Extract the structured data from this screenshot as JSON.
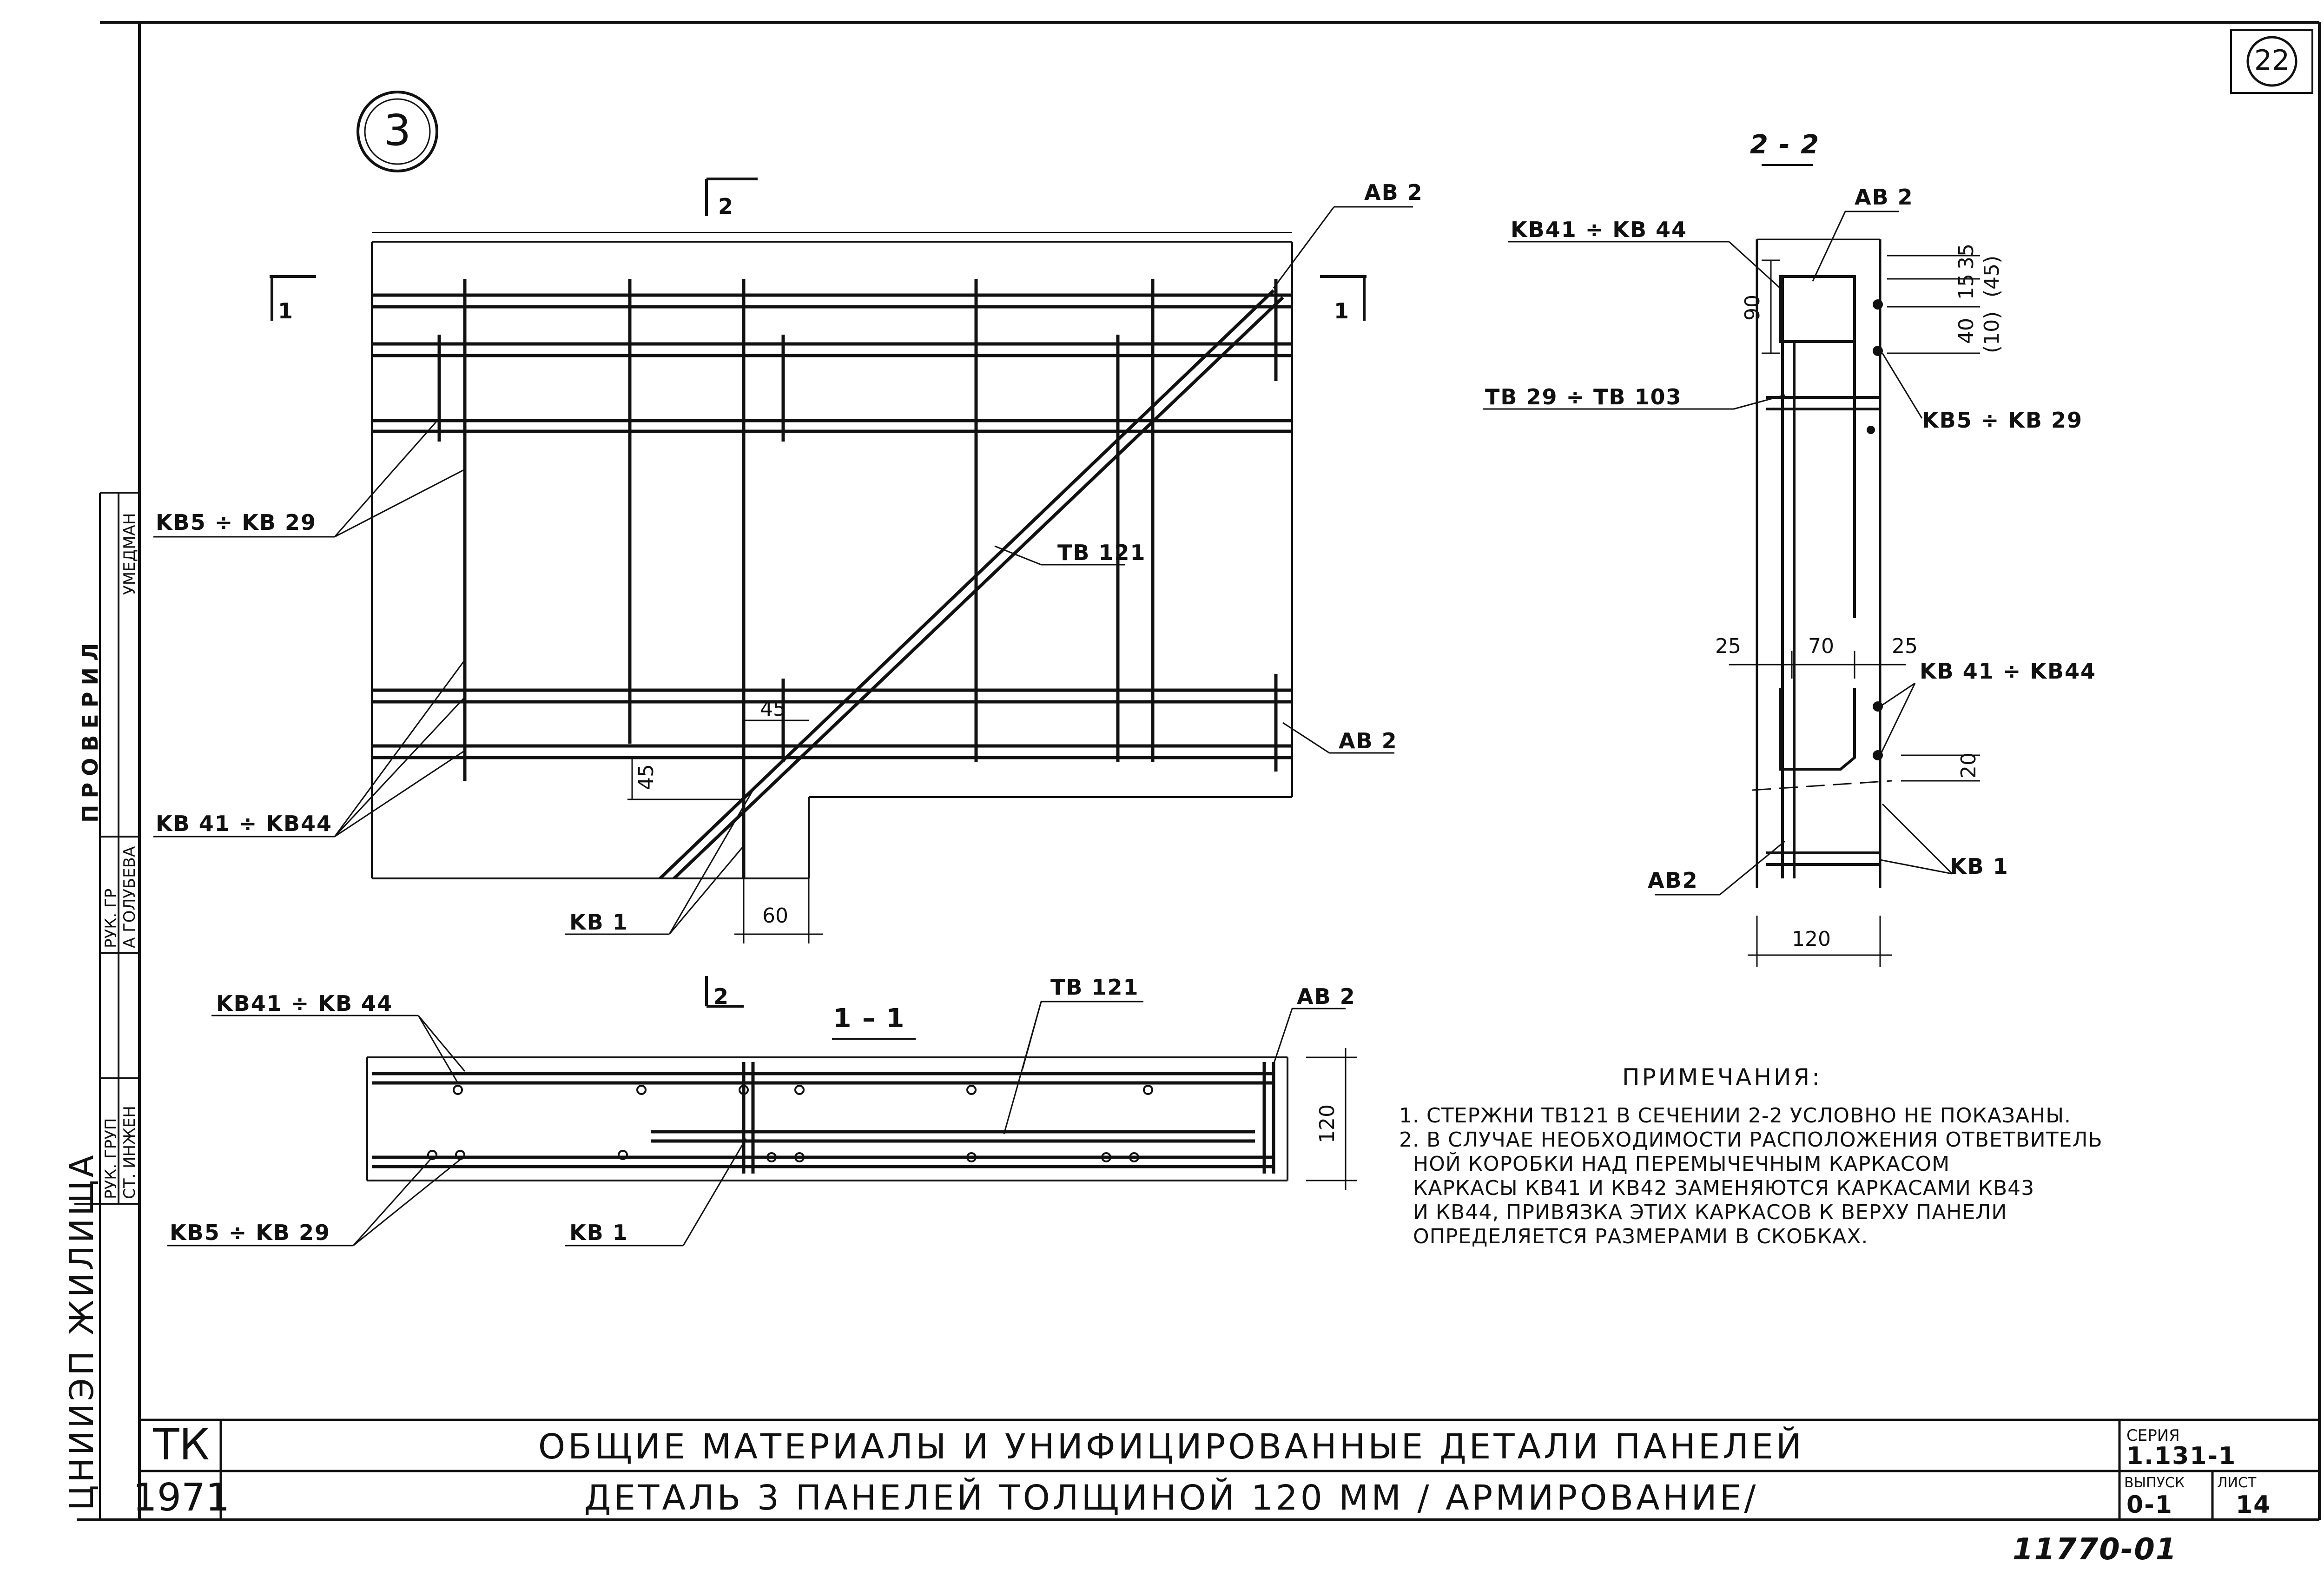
{
  "sheet_number": "22",
  "detail_number": "3",
  "section_labels": {
    "s2": "2",
    "s1": "1",
    "section_1_1": "1 – 1",
    "section_2_2": "2 - 2"
  },
  "plan_labels": {
    "ab2_top": "AB 2",
    "ab2_bottom": "AB 2",
    "kv5_kv29": "KB5 ÷ KB 29",
    "tb121": "TB 121",
    "kv41_kv44": "KB 41 ÷ KB44",
    "kv1": "KB 1",
    "dim_45_h": "45",
    "dim_45_v": "45",
    "dim_60": "60"
  },
  "section22": {
    "ab2_top": "AB 2",
    "kv41_kv44_top": "KB41 ÷ KB 44",
    "tb29_tb103": "TB 29 ÷ TB 103",
    "kv5_kv29": "KB5 ÷ KB 29",
    "dim_90": "90",
    "dim_15": "15",
    "dim_35": "35",
    "dim_40": "40",
    "dim_10": "(10)",
    "dim_45": "(45)",
    "dim_25_left": "25",
    "dim_70": "70",
    "dim_25_right": "25",
    "kv41_kv44_mid": "KB 41 ÷ KB44",
    "dim_20": "20",
    "ab2_bottom": "AB2",
    "kv1": "KB 1",
    "dim_120": "120"
  },
  "section11": {
    "kv41_kv44": "KB41 ÷ KB 44",
    "tb121": "TB 121",
    "ab2": "AB 2",
    "dim_120": "120",
    "kv5_kv29": "KB5 ÷ KB 29",
    "kv1": "KB 1"
  },
  "notes": {
    "heading": "ПРИМЕЧАНИЯ:",
    "lines": [
      "1. СТЕРЖНИ   ТВ121  В СЕЧЕНИИ 2-2  УСЛОВНО НЕ ПОКАЗАНЫ.",
      "2. В СЛУЧАЕ  НЕОБХОДИМОСТИ  РАСПОЛОЖЕНИЯ ОТВЕТВИТЕЛЬ",
      "НОЙ  КОРОБКИ НАД ПЕРЕМЫЧЕЧНЫМ  КАРКАСОМ",
      "КАРКАСЫ   КВ41 И КВ42  ЗАМЕНЯЮТСЯ  КАРКАСАМИ КВ43",
      "И КВ44, ПРИВЯЗКА ЭТИХ  КАРКАСОВ  К ВЕРХУ ПАНЕЛИ",
      "ОПРЕДЕЛЯЕТСЯ  РАЗМЕРАМИ  В СКОБКАХ."
    ]
  },
  "side_stamp": {
    "roles": [
      "РУК. ГРУП",
      "СТ. ИНЖЕН",
      "РУК. ГР",
      "А ГОЛУБЕВА"
    ],
    "checked": "ПРОВЕРИЛ",
    "names": [
      "УМЕДМАН"
    ],
    "org": "ЦНИИЭП ЖИЛИЩА"
  },
  "title_block": {
    "tk": "ТК",
    "year": "1971",
    "title_line1": "ОБЩИЕ   МАТЕРИАЛЫ   И  УНИФИЦИРОВАННЫЕ  ДЕТАЛИ   ПАНЕЛЕЙ",
    "title_line2": "ДЕТАЛЬ  3    ПАНЕЛЕЙ  ТОЛЩИНОЙ  120 ММ / АРМИРОВАНИЕ/",
    "series_label": "СЕРИЯ",
    "series_value": "1.131-1",
    "issue_label": "ВЫПУСК",
    "issue_value": "0-1",
    "sheet_label": "ЛИСТ",
    "sheet_value": "14"
  },
  "archive_number": "11770-01"
}
